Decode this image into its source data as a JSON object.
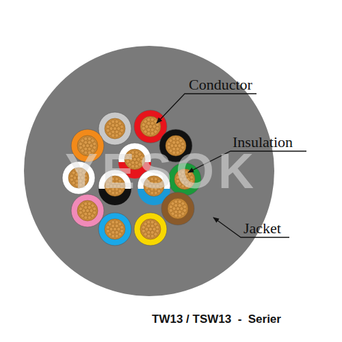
{
  "diagram": {
    "caption": "TW13 / TSW13  -  Serier",
    "labels": [
      "Conductor",
      "Insulation",
      "Jacket",
      "YESOK"
    ]
  }
}
